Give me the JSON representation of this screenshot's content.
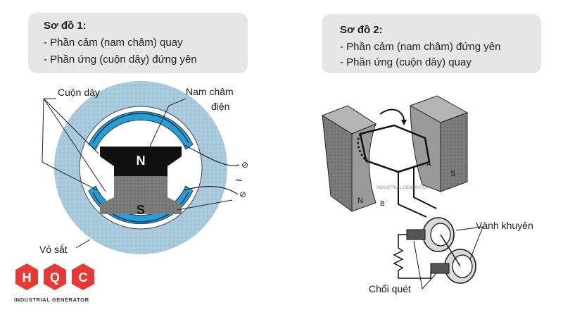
{
  "diagram1": {
    "title": "Sơ đồ 1:",
    "line1": "- Phần cảm (nam châm) quay",
    "line2": "- Phần ứng (cuộn dây) đứng yên",
    "labels": {
      "coil": "Cuộn dây",
      "magnet_line1": "Nam châm",
      "magnet_line2": "điện",
      "shell": "Vỏ sắt",
      "pole_n": "N",
      "pole_s": "S",
      "ac": "~"
    }
  },
  "diagram2": {
    "title": "Sơ đồ 2:",
    "line1": "- Phần cảm (nam châm) đứng yên",
    "line2": "- Phần ứng (cuộn dây) quay",
    "labels": {
      "slip_rings": "Vành khuyên",
      "brushes": "Chổi quét",
      "pole_n": "N",
      "pole_s": "S",
      "point_a": "A",
      "point_b": "B",
      "point_f": "F",
      "watermark": "INDUSTRIAL GENERATOR"
    }
  },
  "logo": {
    "letters": [
      "H",
      "Q",
      "C"
    ],
    "subtitle": "INDUSTRIAL GENERATOR",
    "brand_color": "#e53935"
  },
  "colors": {
    "box_bg": "#e6e6e6",
    "ring_outer": "#9ec3d6",
    "coil_blue": "#2b9bd3",
    "magnet_dark": "#1a1a1a",
    "magnet_gray": "#6d6d6d",
    "block_gray": "#7d7d7d"
  }
}
